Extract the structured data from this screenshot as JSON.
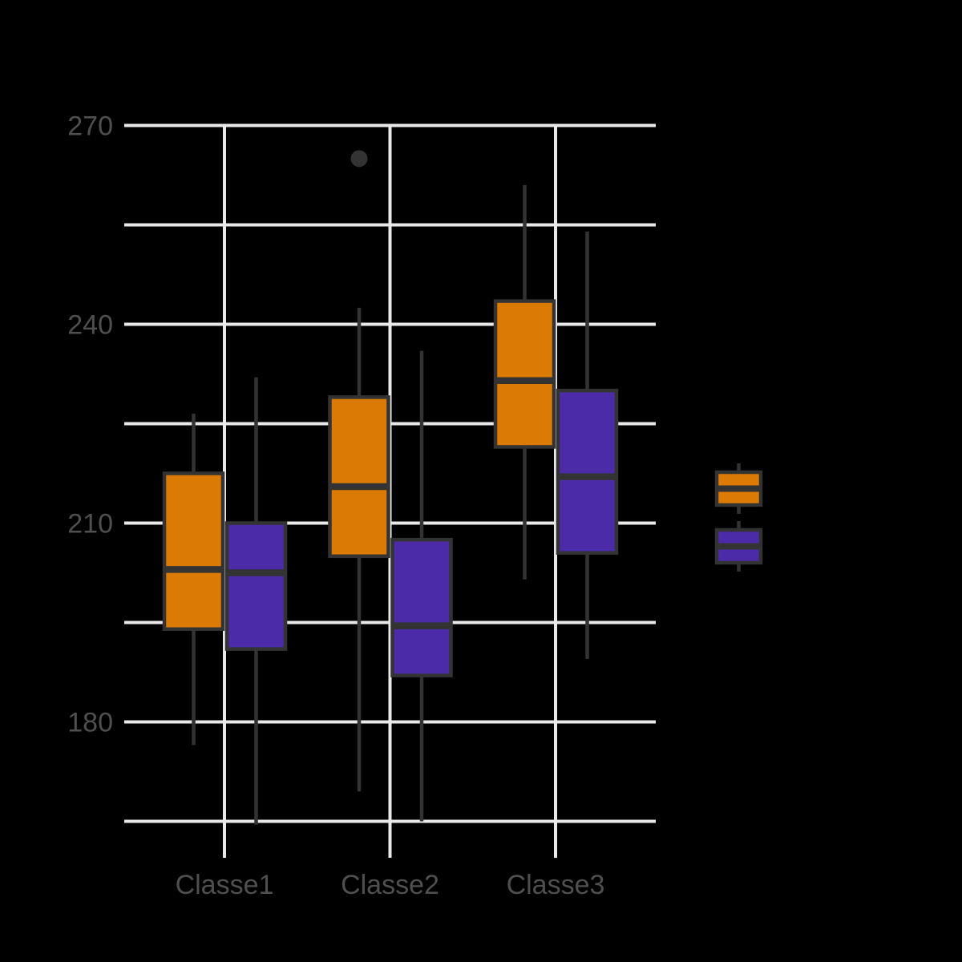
{
  "theme": {
    "background": "#000000",
    "grid_color": "#E9E9E9",
    "stroke_color": "#333333",
    "label_color": "#4F4F4F",
    "orange_fill": "#DC7A06",
    "purple_fill": "#4C2BA8"
  },
  "chart_data": {
    "type": "boxplot",
    "title": "",
    "xlabel": "",
    "ylabel": "",
    "grid": true,
    "legend_position": "right",
    "legend_labels_visible": false,
    "categories": [
      "Classe1",
      "Classe2",
      "Classe3"
    ],
    "x_axis": {
      "tick_labels": [
        "Classe1",
        "Classe2",
        "Classe3"
      ]
    },
    "y_axis": {
      "tick_labels": [
        "270",
        "240",
        "210",
        "180"
      ],
      "tick_values": [
        270,
        240,
        210,
        180
      ],
      "minor_tick_values": [
        255,
        225,
        195,
        165
      ],
      "range_shown": [
        159.5,
        270
      ]
    },
    "series": [
      {
        "key": "orange",
        "fill": "#DC7A06",
        "boxes": [
          {
            "category": "Classe1",
            "min": 176.5,
            "q1": 194,
            "median": 203,
            "q3": 217.5,
            "max": 226.5,
            "outliers": []
          },
          {
            "category": "Classe2",
            "min": 169.5,
            "q1": 205,
            "median": 215.5,
            "q3": 229,
            "max": 242.5,
            "outliers": [
              265
            ]
          },
          {
            "category": "Classe3",
            "min": 201.5,
            "q1": 221.5,
            "median": 231.5,
            "q3": 243.5,
            "max": 261,
            "outliers": []
          }
        ]
      },
      {
        "key": "purple",
        "fill": "#4C2BA8",
        "boxes": [
          {
            "category": "Classe1",
            "min": 164.5,
            "q1": 191,
            "median": 202.5,
            "q3": 210,
            "max": 232,
            "outliers": []
          },
          {
            "category": "Classe2",
            "min": 165,
            "q1": 187,
            "median": 194.5,
            "q3": 207.5,
            "max": 236,
            "outliers": []
          },
          {
            "category": "Classe3",
            "min": 189.5,
            "q1": 205.5,
            "median": 217,
            "q3": 230,
            "max": 254,
            "outliers": []
          }
        ]
      }
    ]
  }
}
